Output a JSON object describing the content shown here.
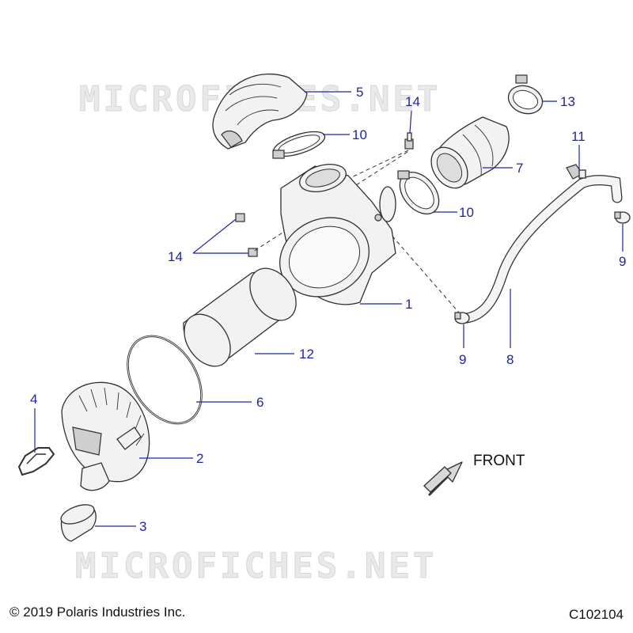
{
  "watermark": "MICROFICHES.NET",
  "callouts": {
    "c1": "1",
    "c2": "2",
    "c3": "3",
    "c4": "4",
    "c5": "5",
    "c6": "6",
    "c7": "7",
    "c8": "8",
    "c9a": "9",
    "c9b": "9",
    "c10a": "10",
    "c10b": "10",
    "c11": "11",
    "c12": "12",
    "c13": "13",
    "c14a": "14",
    "c14b": "14"
  },
  "direction_label": "FRONT",
  "copyright": "© 2019 Polaris Industries Inc.",
  "drawing_number": "C102104",
  "colors": {
    "callout": "#1f24a8",
    "line": "#303030"
  }
}
